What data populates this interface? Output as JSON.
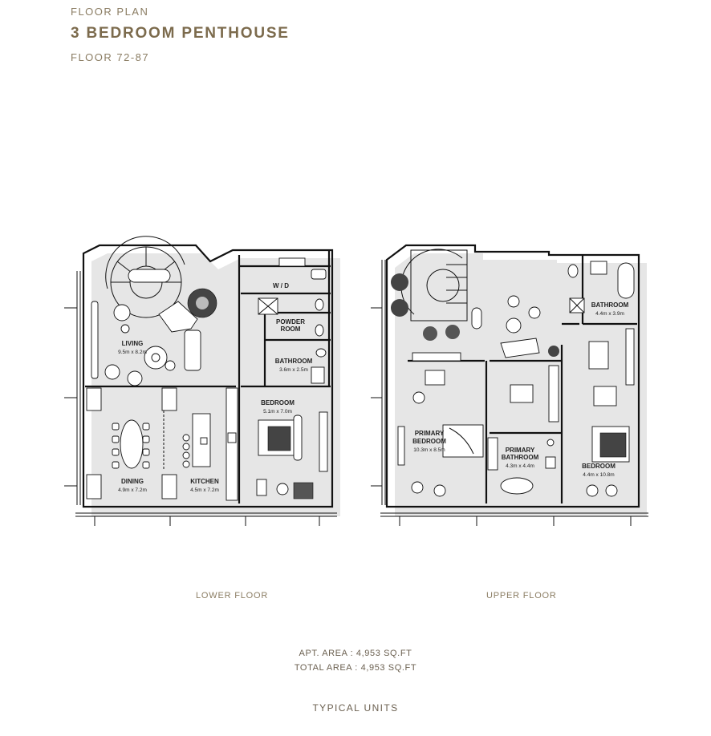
{
  "header": {
    "label": "FLOOR PLAN",
    "title": "3 BEDROOM PENTHOUSE",
    "floors": "FLOOR 72-87"
  },
  "lower_floor": {
    "caption": "LOWER FLOOR",
    "rooms": {
      "living": {
        "name": "LIVING",
        "dims": "9.5m x 8.2m"
      },
      "wd": {
        "name": "W / D"
      },
      "powder": {
        "name_1": "POWDER",
        "name_2": "ROOM"
      },
      "bathroom": {
        "name": "BATHROOM",
        "dims": "3.6m x 2.5m"
      },
      "bedroom": {
        "name": "BEDROOM",
        "dims": "5.1m x 7.0m"
      },
      "dining": {
        "name": "DINING",
        "dims": "4.9m x 7.2m"
      },
      "kitchen": {
        "name": "KITCHEN",
        "dims": "4.5m x 7.2m"
      }
    }
  },
  "upper_floor": {
    "caption": "UPPER FLOOR",
    "rooms": {
      "bathroom": {
        "name": "BATHROOM",
        "dims": "4.4m x 3.9m"
      },
      "primary_bedroom": {
        "name_1": "PRIMARY",
        "name_2": "BEDROOM",
        "dims": "10.3m x 8.5m"
      },
      "primary_bathroom": {
        "name_1": "PRIMARY",
        "name_2": "BATHROOM",
        "dims": "4.3m x 4.4m"
      },
      "bedroom": {
        "name": "BEDROOM",
        "dims": "4.4m x 10.8m"
      }
    }
  },
  "areas": {
    "apt": "APT. AREA : 4,953 SQ.FT",
    "total": "TOTAL AREA : 4,953 SQ.FT"
  },
  "footer": "TYPICAL UNITS"
}
